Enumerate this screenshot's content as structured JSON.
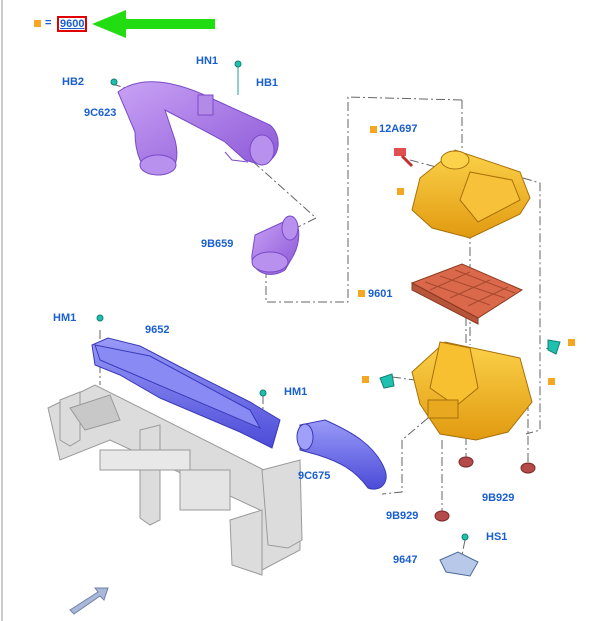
{
  "legend": {
    "equals": "=",
    "part_number": "9600"
  },
  "labels": {
    "hb2": "HB2",
    "hn1": "HN1",
    "hb1": "HB1",
    "p9c623": "9C623",
    "p12a697": "12A697",
    "p9b659": "9B659",
    "p9601": "9601",
    "hm1_left": "HM1",
    "p9652": "9652",
    "hm1_right": "HM1",
    "p9c675": "9C675",
    "p9b929_right": "9B929",
    "p9b929_left": "9B929",
    "hs1": "HS1",
    "p9647": "9647"
  },
  "colors": {
    "label_blue": "#1a5fd0",
    "marker_orange": "#f5a623",
    "highlight_red": "#e00000",
    "arrow_green": "#22dd11",
    "duct_purple": "#a070e0",
    "deflector_blue": "#6f6ff0",
    "housing_yellow": "#f2b21a",
    "filter_red": "#d9694a",
    "frame_gray": "#d8d8d8",
    "fastener_teal": "#20c0b0"
  },
  "icons": {
    "pointer": "green-arrow-icon",
    "nav": "blue-arrow-icon"
  }
}
